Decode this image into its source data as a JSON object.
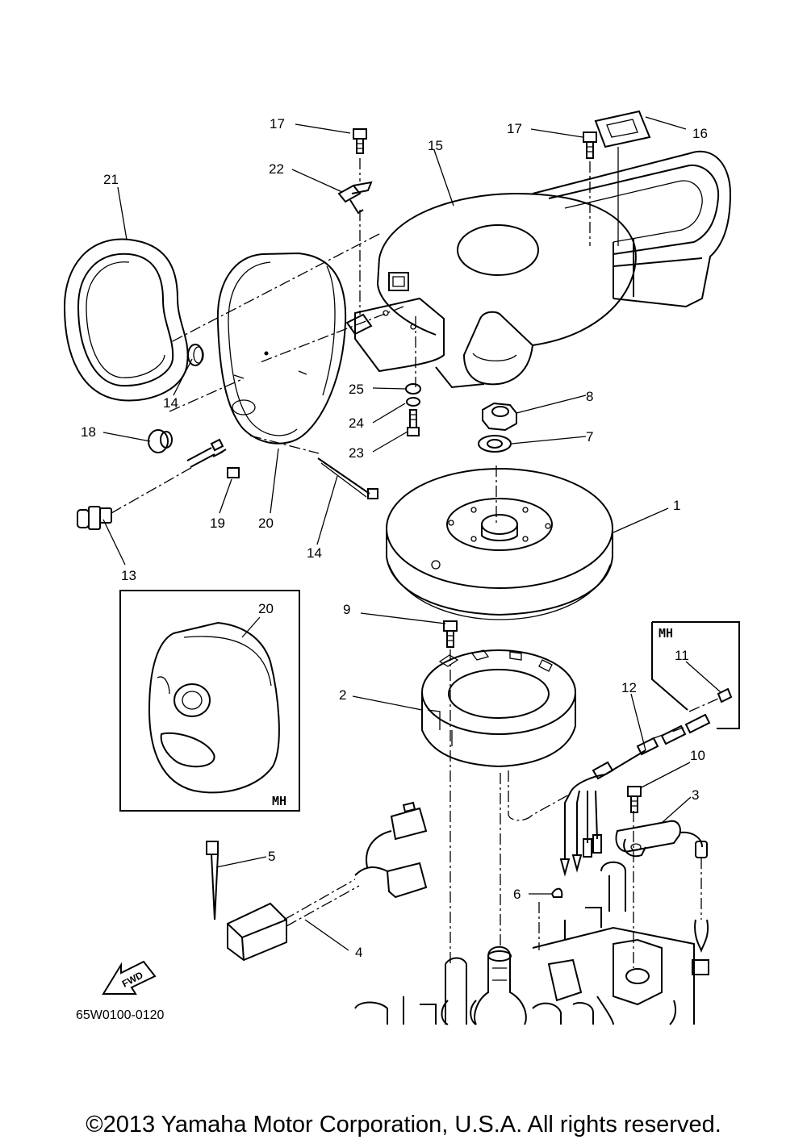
{
  "diagram": {
    "callouts": [
      "17",
      "17",
      "16",
      "15",
      "21",
      "22",
      "14",
      "25",
      "8",
      "24",
      "7",
      "18",
      "23",
      "19",
      "20",
      "14",
      "1",
      "13",
      "20",
      "9",
      "MH",
      "11",
      "2",
      "12",
      "10",
      "3",
      "5",
      "6",
      "4",
      "MH"
    ],
    "fwd_label": "FWD",
    "drawing_code": "65W0100-0120"
  },
  "footer": {
    "copyright": "©2013 Yamaha Motor Corporation, U.S.A. All rights reserved."
  }
}
